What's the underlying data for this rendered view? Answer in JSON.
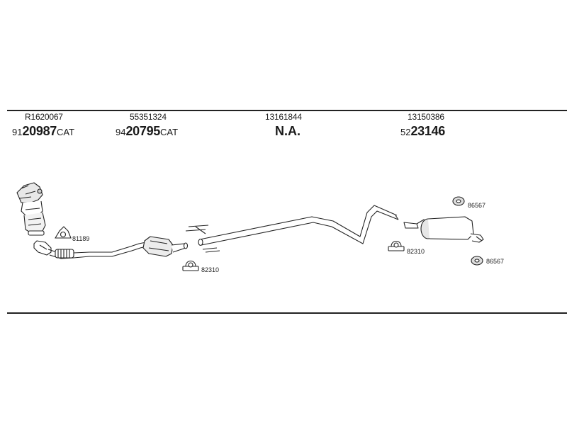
{
  "columns": [
    {
      "oe_number": "R1620067",
      "part_prefix": "91",
      "part_main": "20987",
      "part_suffix": "CAT"
    },
    {
      "oe_number": "55351324",
      "part_prefix": "94",
      "part_main": "20795",
      "part_suffix": "CAT"
    },
    {
      "oe_number": "13161844",
      "part_text": "N.A."
    },
    {
      "oe_number": "13150386",
      "part_prefix": "52",
      "part_main": "23146",
      "part_suffix": ""
    }
  ],
  "callouts": {
    "gasket_front": "81189",
    "clamp_middle": "82310",
    "clamp_rear": "82310",
    "rubber_mount_top": "86567",
    "rubber_mount_bottom": "86567"
  }
}
